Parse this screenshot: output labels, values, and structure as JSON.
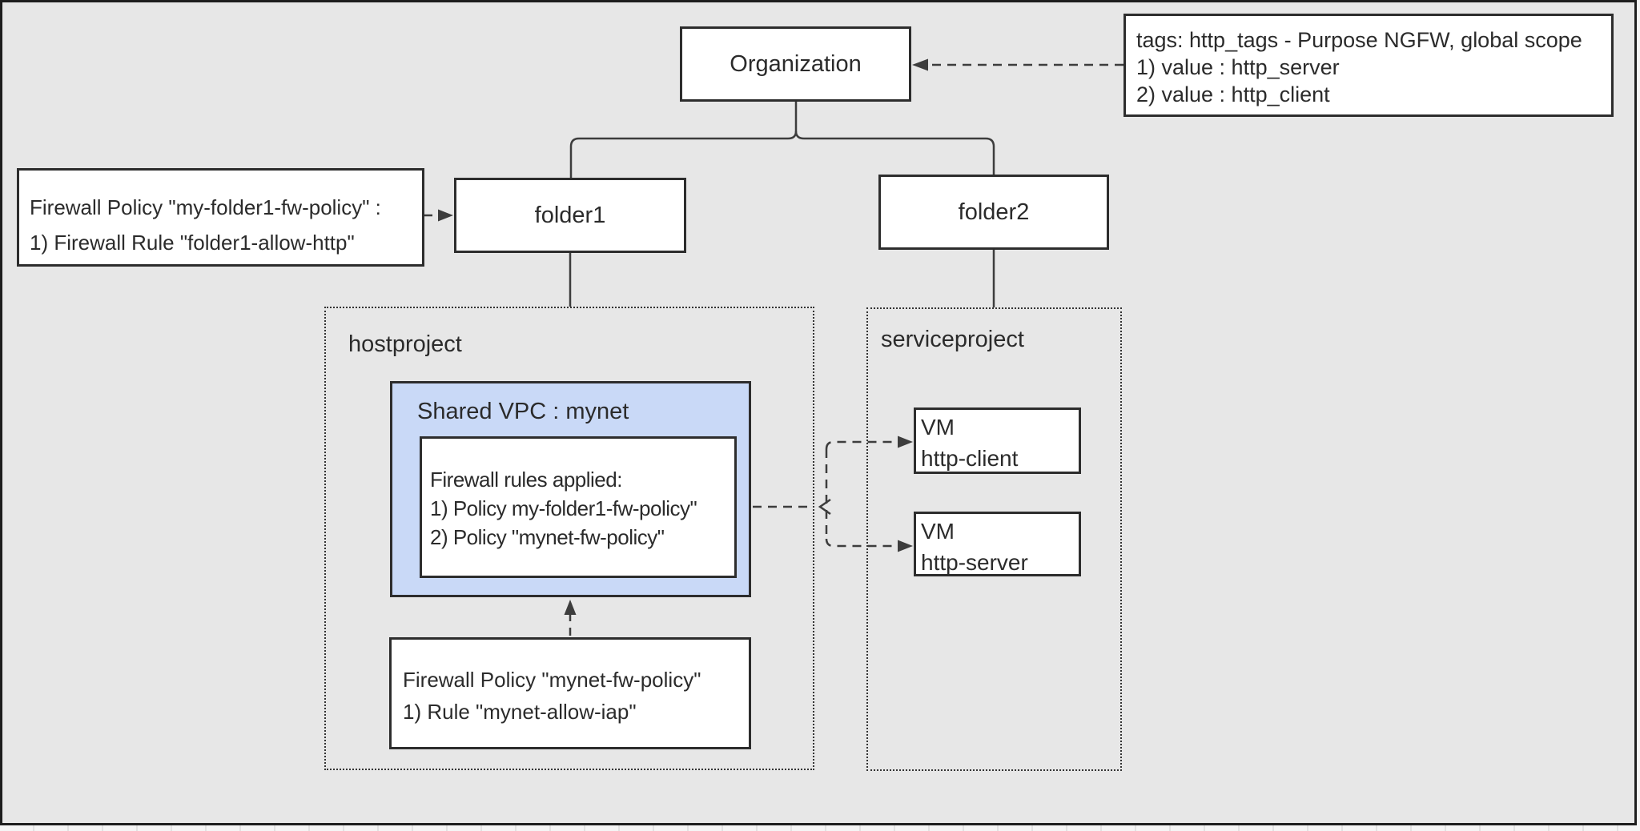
{
  "diagram": {
    "nodes": {
      "organization": {
        "label": "Organization"
      },
      "folder1": {
        "label": "folder1"
      },
      "folder2": {
        "label": "folder2"
      },
      "hostproject": {
        "label": "hostproject"
      },
      "serviceproject": {
        "label": "serviceproject"
      },
      "shared_vpc": {
        "title": "Shared VPC : mynet"
      },
      "firewall_rules": {
        "lines": [
          "Firewall rules applied:",
          "1) Policy my-folder1-fw-policy\"",
          "2) Policy \"mynet-fw-policy\""
        ]
      },
      "vm_client": {
        "lines": [
          "VM",
          "http-client"
        ]
      },
      "vm_server": {
        "lines": [
          "VM",
          "http-server"
        ]
      }
    },
    "annotations": {
      "tags": {
        "lines": [
          "tags: http_tags - Purpose NGFW, global scope",
          "1) value : http_server",
          "2) value : http_client"
        ]
      },
      "folder1_policy": {
        "lines": [
          "Firewall Policy \"my-folder1-fw-policy\" :",
          "1) Firewall Rule \"folder1-allow-http\""
        ]
      },
      "mynet_policy": {
        "lines": [
          "Firewall Policy \"mynet-fw-policy\"",
          "1) Rule \"mynet-allow-iap\""
        ]
      }
    },
    "colors": {
      "background": "#e7e7e7",
      "node_fill": "#ffffff",
      "vpc_fill": "#c9d9f7",
      "border": "#2d2d2d",
      "connector": "#3d3d3d",
      "text": "#2b2b2b"
    }
  }
}
